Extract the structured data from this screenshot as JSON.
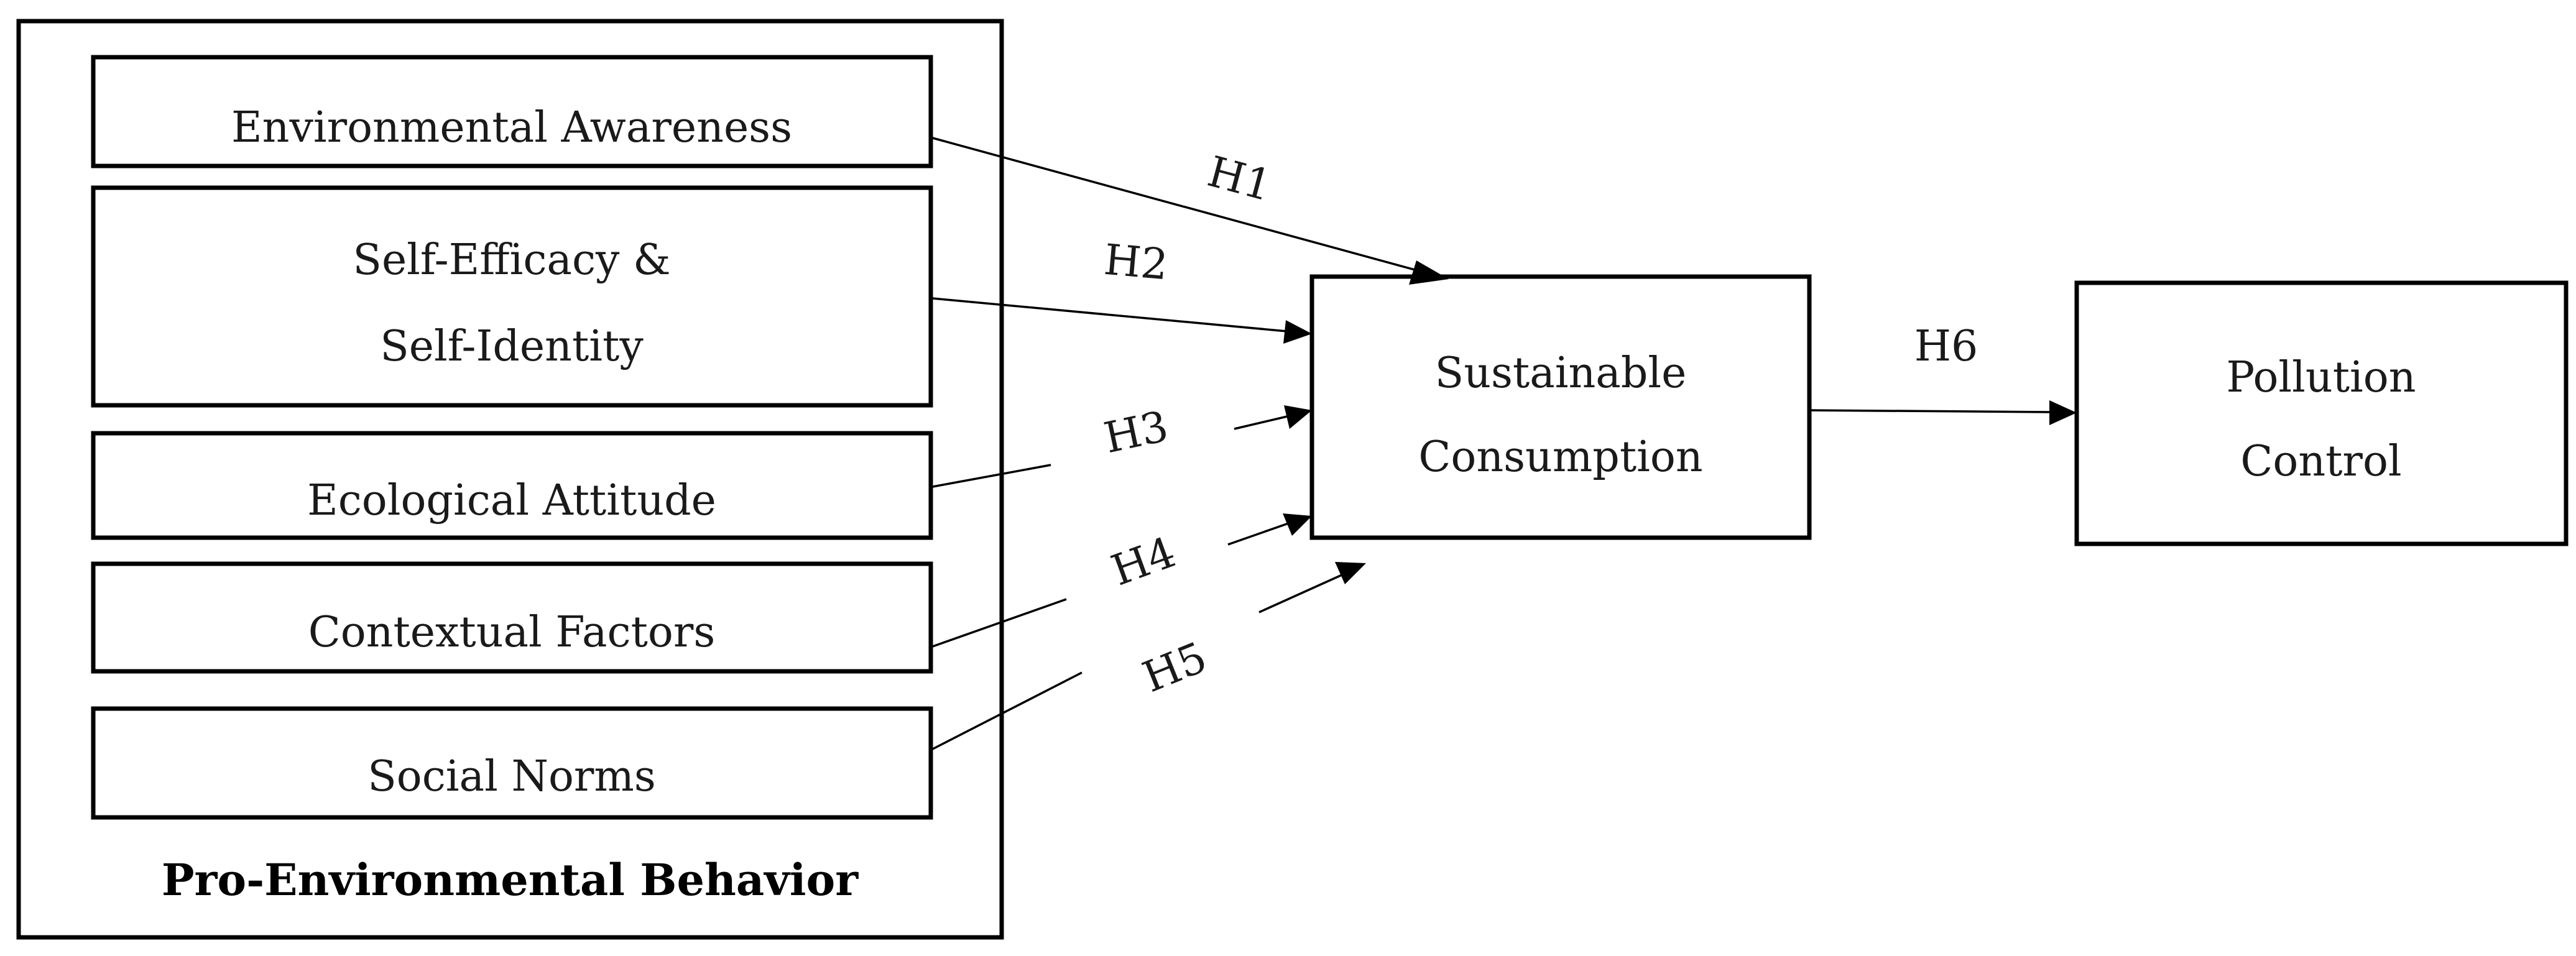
{
  "group": {
    "title": "Pro-Environmental Behavior",
    "factors": [
      {
        "lines": [
          "Environmental Awareness"
        ]
      },
      {
        "lines": [
          "Self-Efficacy &",
          "Self-Identity"
        ]
      },
      {
        "lines": [
          "Ecological Attitude"
        ]
      },
      {
        "lines": [
          "Contextual Factors"
        ]
      },
      {
        "lines": [
          "Social Norms"
        ]
      }
    ]
  },
  "mediator": {
    "lines": [
      "Sustainable",
      "Consumption"
    ]
  },
  "outcome": {
    "lines": [
      "Pollution",
      "Control"
    ]
  },
  "hypotheses": [
    "H1",
    "H2",
    "H3",
    "H4",
    "H5",
    "H6"
  ],
  "colors": {
    "stroke": "#000000",
    "text": "#1a1a1a"
  }
}
